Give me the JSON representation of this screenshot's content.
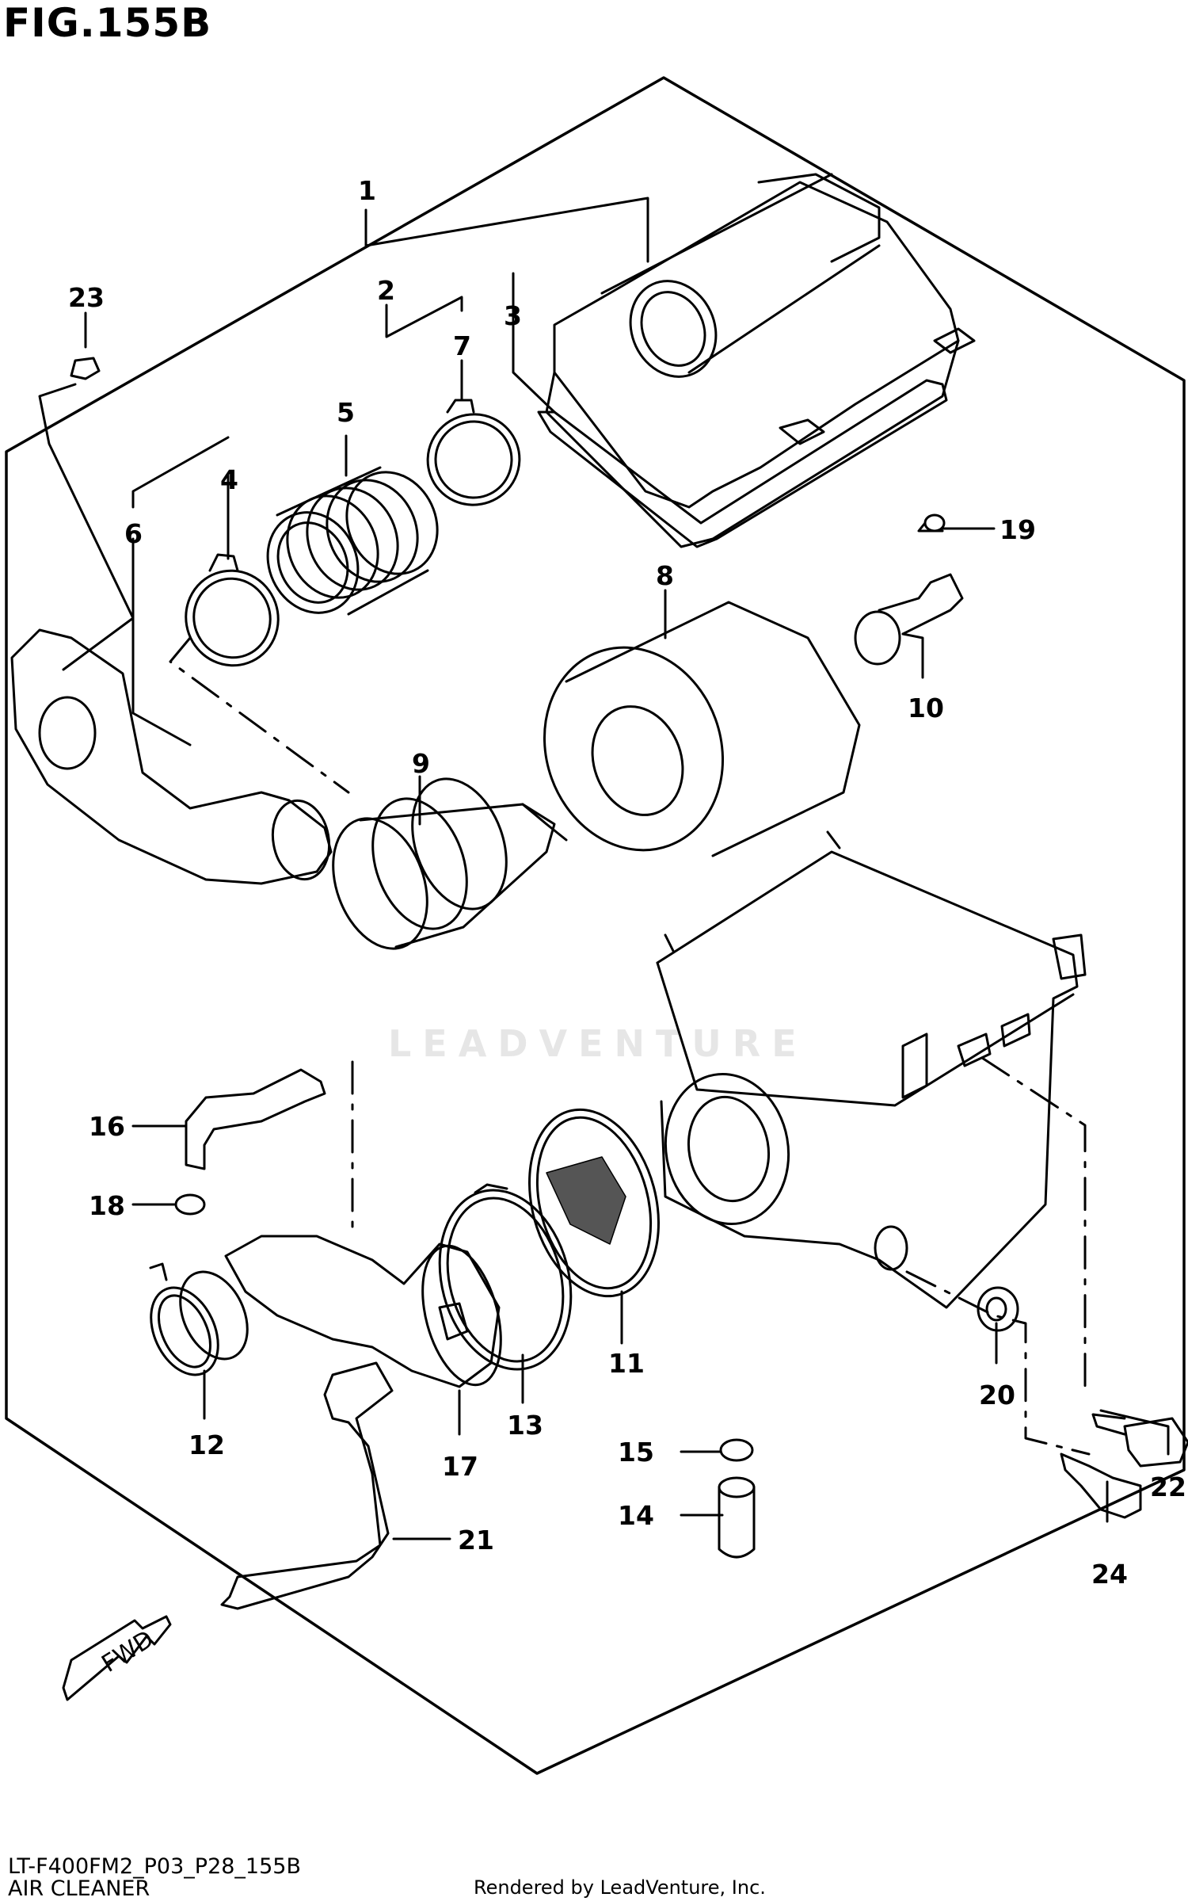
{
  "figure": {
    "title": "FIG.155B",
    "model_code": "LT-F400FM2_P03_P28_155B",
    "section_name": "AIR CLEANER",
    "rendered_by": "Rendered by LeadVenture, Inc.",
    "watermark": "LEADVENTURE",
    "fwd_label": "FWD"
  },
  "callouts": [
    "1",
    "2",
    "3",
    "4",
    "5",
    "6",
    "7",
    "8",
    "9",
    "10",
    "11",
    "12",
    "13",
    "14",
    "15",
    "16",
    "17",
    "18",
    "19",
    "20",
    "21",
    "22",
    "23",
    "24"
  ]
}
